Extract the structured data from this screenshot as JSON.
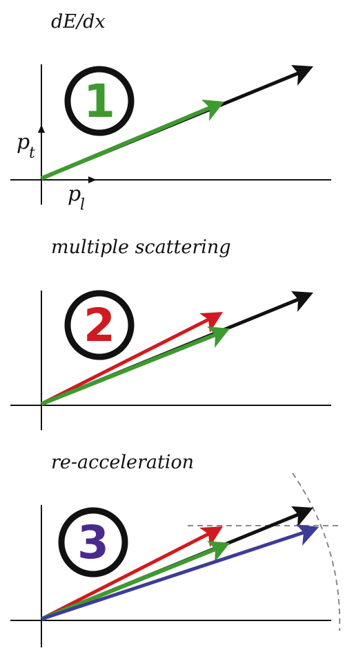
{
  "panels": [
    {
      "caption": "dE/dx",
      "number": "1",
      "axis_x_label": "p",
      "axis_x_sub": "l",
      "axis_y_label": "p",
      "axis_y_sub": "t"
    },
    {
      "caption": "multiple scattering",
      "number": "2"
    },
    {
      "caption": "re-acceleration",
      "number": "3"
    }
  ],
  "colors": {
    "black": "#111111",
    "green": "#3e9a2f",
    "red": "#d11a1f",
    "blue": "#3d3c97",
    "purple": "#4a2a8c",
    "dashed": "#888888"
  }
}
